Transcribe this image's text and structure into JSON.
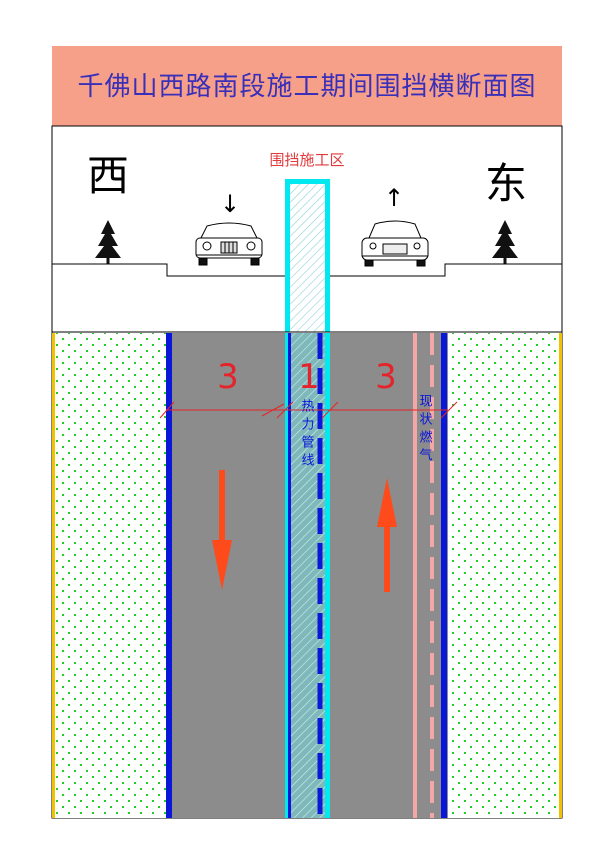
{
  "title": "千佛山西路南段施工期间围挡横断面图",
  "zone_label": "围挡施工区",
  "direction": {
    "west": "西",
    "east": "东"
  },
  "arrows": {
    "down": "↓",
    "up": "↑"
  },
  "lanes": {
    "west_count": "3",
    "median_count": "1",
    "east_count": "3"
  },
  "pipelines": {
    "heat": "热力管线",
    "gas": "现状燃气"
  },
  "colors": {
    "title_bg": "#f7a089",
    "title_text": "#3a2fb8",
    "zone_label": "#e2393c",
    "road": "#8c8c8c",
    "green_belt_dot": "#22cc22",
    "lane_edge_blue": "#0a16d8",
    "barrier_cyan": "#00e8f0",
    "gas_line_pink": "#f3a7a7",
    "arrow_red": "#ff4a1c",
    "curb_yellow": "#f2c200",
    "dim_red": "#e4242a"
  }
}
